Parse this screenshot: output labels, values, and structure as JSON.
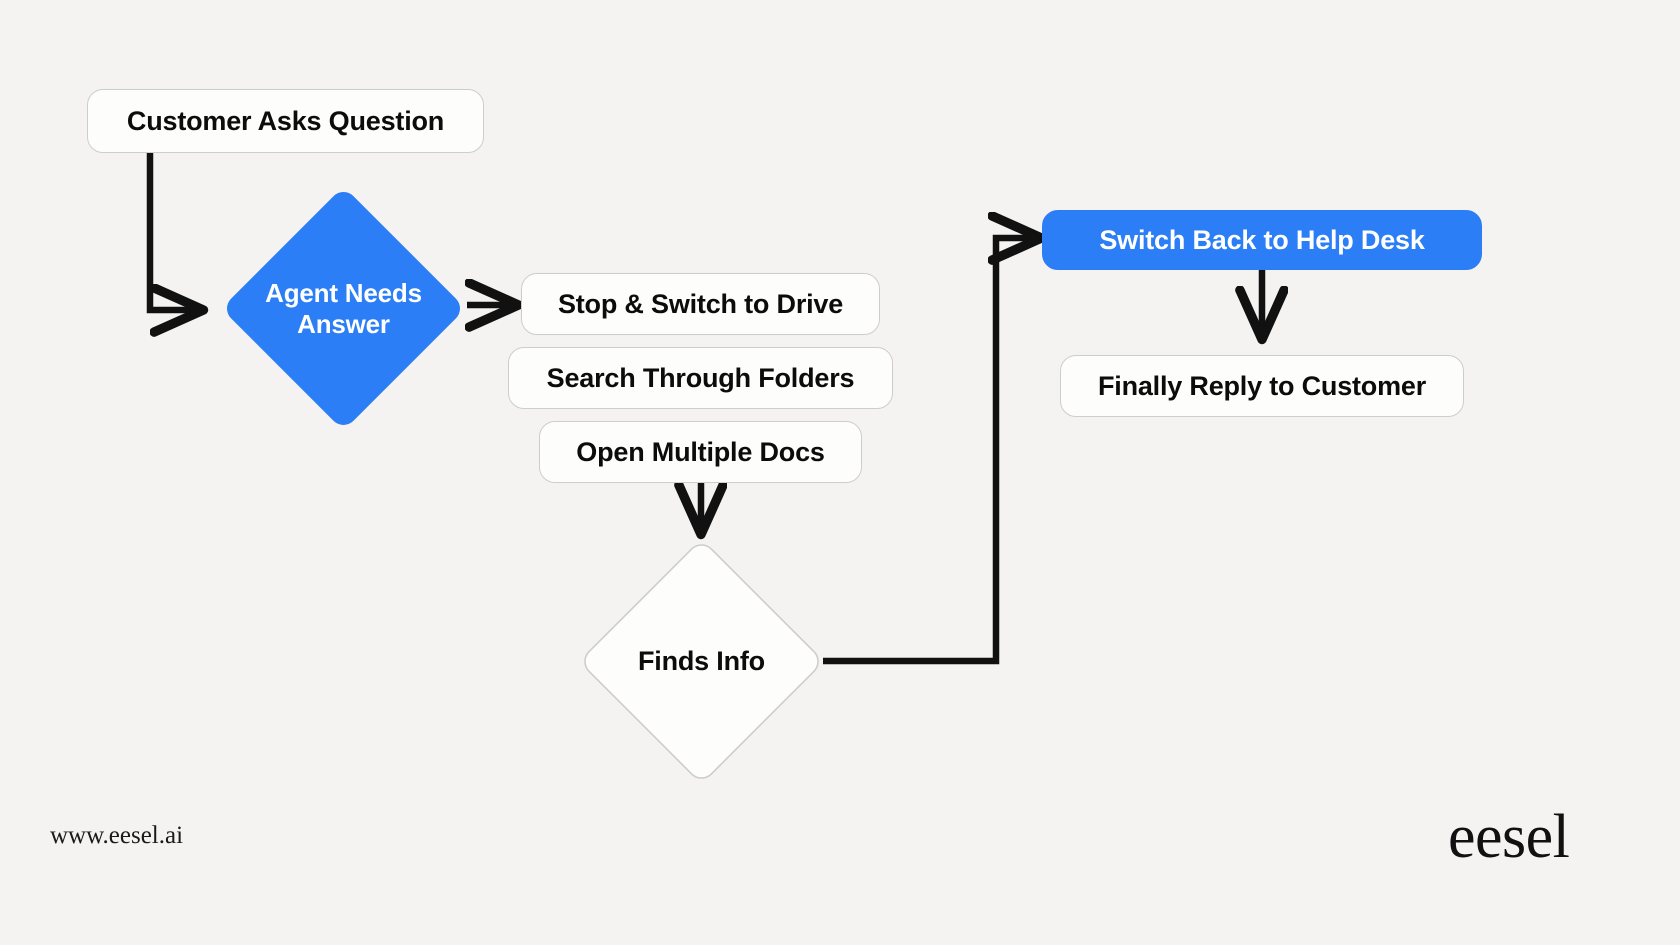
{
  "page": {
    "background_color": "#f4f3f1",
    "accent_color": "#2b7ef5",
    "node_fill_color": "#fdfdfc",
    "node_border_color": "#cfcdc9",
    "edge_color": "#111111",
    "text_color": "#0c0c0c"
  },
  "nodes": {
    "customer_asks_question": "Customer Asks Question",
    "agent_needs_answer": "Agent Needs\nAnswer",
    "agent_needs_answer_line1": "Agent Needs",
    "agent_needs_answer_line2": "Answer",
    "stop_switch_to_drive": "Stop & Switch to Drive",
    "search_through_folders": "Search Through Folders",
    "open_multiple_docs": "Open Multiple Docs",
    "finds_info": "Finds Info",
    "switch_back_to_help_desk": "Switch Back to Help Desk",
    "finally_reply_to_customer": "Finally Reply to Customer"
  },
  "footer": {
    "url": "www.eesel.ai",
    "logo": "eesel"
  },
  "flow": {
    "edges": [
      {
        "from": "customer_asks_question",
        "to": "agent_needs_answer",
        "style": "elbow-down-right",
        "arrow": true
      },
      {
        "from": "agent_needs_answer",
        "to": "stop_switch_to_drive",
        "style": "straight-right",
        "arrow": true
      },
      {
        "from": "open_multiple_docs",
        "to": "finds_info",
        "style": "straight-down",
        "arrow": true
      },
      {
        "from": "finds_info",
        "to": "switch_back_to_help_desk",
        "style": "elbow-right-up-right",
        "arrow": true
      },
      {
        "from": "switch_back_to_help_desk",
        "to": "finally_reply_to_customer",
        "style": "straight-down",
        "arrow": true
      }
    ]
  }
}
